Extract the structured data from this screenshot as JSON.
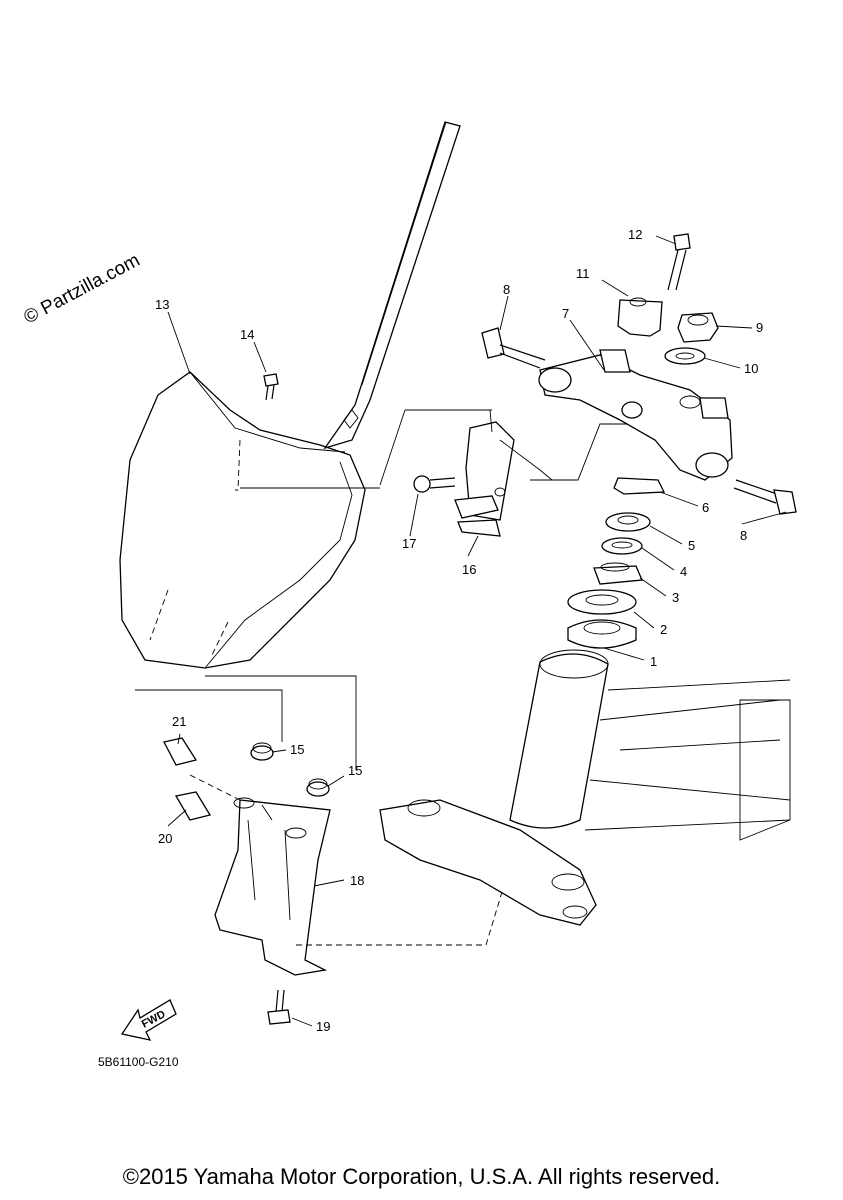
{
  "watermark": "© Partzilla.com",
  "diagram_code": "5B61100-G210",
  "fwd_label": "FWD",
  "copyright": "©2015 Yamaha Motor Corporation, U.S.A. All rights reserved.",
  "callouts": [
    "1",
    "2",
    "3",
    "4",
    "5",
    "6",
    "7",
    "8",
    "8",
    "9",
    "10",
    "11",
    "12",
    "13",
    "14",
    "15",
    "15",
    "16",
    "17",
    "18",
    "19",
    "20",
    "21"
  ]
}
